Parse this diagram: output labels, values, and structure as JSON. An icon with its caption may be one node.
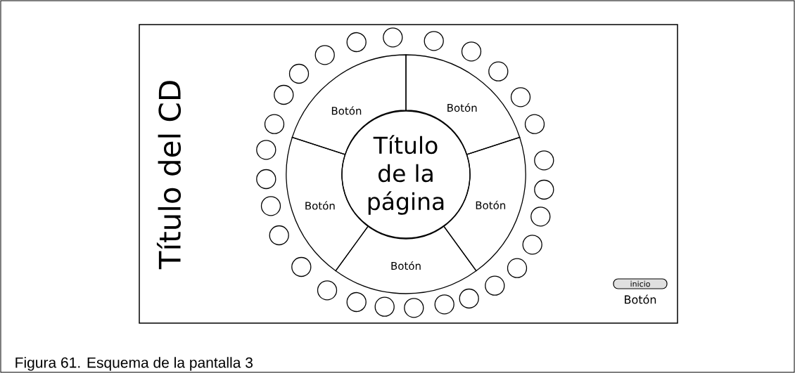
{
  "diagram": {
    "caption": "Figura 61. Esquema de la pantalla 3",
    "nodes": [
      {
        "text": [
          "Título del CD"
        ]
      },
      {
        "text": [
          "Título de la página"
        ],
        "in": 0
      },
      {
        "text": [
          "Botón"
        ],
        "in": 0
      },
      {
        "text": [
          "Botón"
        ],
        "in": 0
      },
      {
        "text": [
          "Botón"
        ],
        "in": 0
      },
      {
        "text": [
          "Botón"
        ],
        "in": 0
      },
      {
        "text": [
          "Botón"
        ],
        "in": 0
      },
      {
        "text": [],
        "shape": "circle",
        "in": 0
      },
      {
        "text": [],
        "shape": "circle",
        "in": 0
      },
      {
        "text": [],
        "shape": "circle",
        "in": 0
      },
      {
        "text": [],
        "shape": "circle",
        "in": 0
      },
      {
        "text": [],
        "shape": "circle",
        "in": 0
      },
      {
        "text": [],
        "shape": "circle",
        "in": 0
      },
      {
        "text": [],
        "shape": "circle",
        "in": 0
      },
      {
        "text": [],
        "shape": "circle",
        "in": 0
      },
      {
        "text": [],
        "shape": "circle",
        "in": 0
      },
      {
        "text": [],
        "shape": "circle",
        "in": 0
      },
      {
        "text": [],
        "shape": "circle",
        "in": 0
      },
      {
        "text": [],
        "shape": "circle",
        "in": 0
      },
      {
        "text": [],
        "shape": "circle",
        "in": 0
      },
      {
        "text": [],
        "shape": "circle",
        "in": 0
      },
      {
        "text": [],
        "shape": "circle",
        "in": 0
      },
      {
        "text": [],
        "shape": "circle",
        "in": 0
      },
      {
        "text": [],
        "shape": "circle",
        "in": 0
      },
      {
        "text": [],
        "shape": "circle",
        "in": 0
      },
      {
        "text": [],
        "shape": "circle",
        "in": 0
      },
      {
        "text": [],
        "shape": "circle",
        "in": 0
      },
      {
        "text": [],
        "shape": "circle",
        "in": 0
      },
      {
        "text": [],
        "shape": "circle",
        "in": 0
      },
      {
        "text": [],
        "shape": "circle",
        "in": 0
      },
      {
        "text": [],
        "shape": "circle",
        "in": 0
      },
      {
        "text": [],
        "shape": "circle",
        "in": 0
      },
      {
        "text": [],
        "shape": "circle",
        "in": 0
      },
      {
        "text": [],
        "shape": "circle",
        "in": 0
      },
      {
        "text": [],
        "shape": "circle",
        "in": 0
      },
      {
        "text": [
          "inicio"
        ],
        "beside": [
          "Botón"
        ],
        "in": 0
      }
    ]
  }
}
